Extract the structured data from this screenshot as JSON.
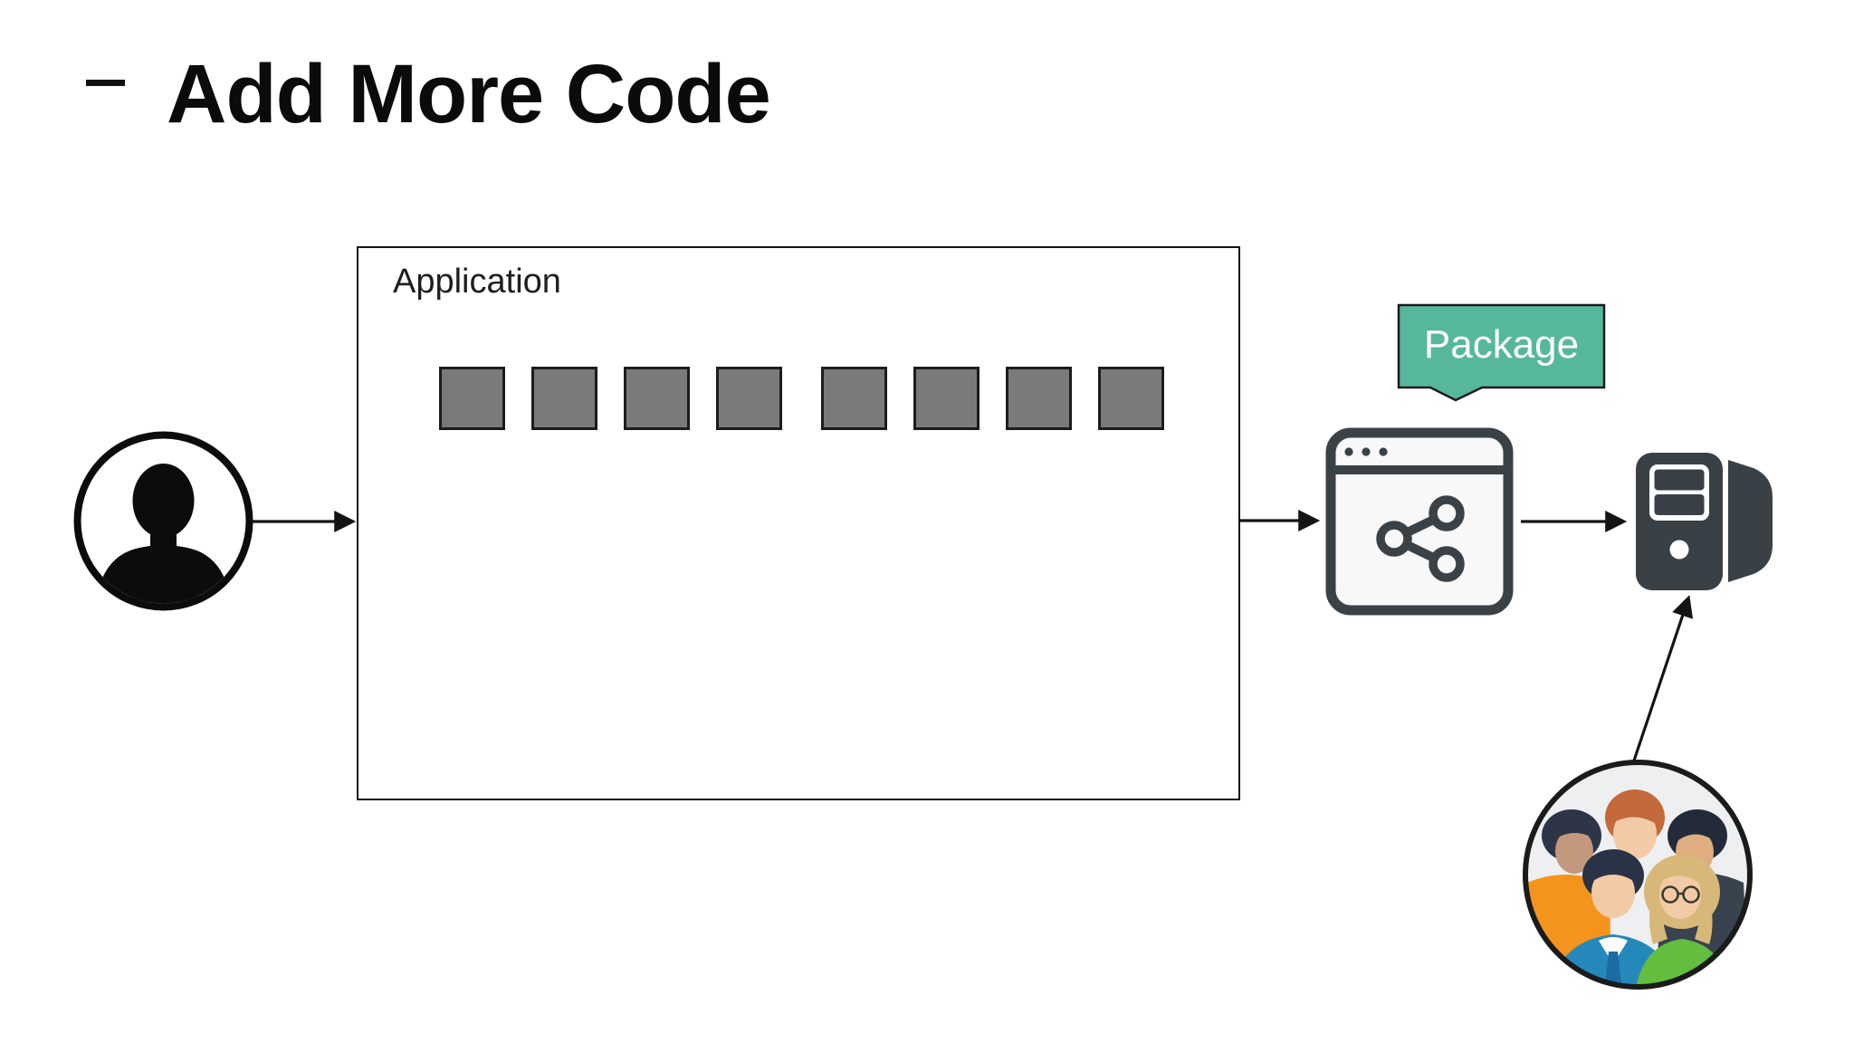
{
  "slide": {
    "title": "Add More Code"
  },
  "diagram": {
    "application": {
      "label": "Application",
      "code_block_count": 8
    },
    "package": {
      "label": "Package"
    },
    "flow": [
      "user",
      "application",
      "package-manager",
      "server"
    ],
    "contributors_to": "server"
  },
  "icons": {
    "bullet": "minus-icon",
    "left_node": "user-icon",
    "package_node": "share-browser-icon",
    "deploy_node": "server-icon",
    "bottom_node": "team-icon"
  },
  "colors": {
    "accent_teal": "#57b79c",
    "callout_border": "#1b1b1b",
    "code_block_gray": "#7a7a7a",
    "icon_charcoal": "#394147",
    "line_black": "#141414"
  }
}
